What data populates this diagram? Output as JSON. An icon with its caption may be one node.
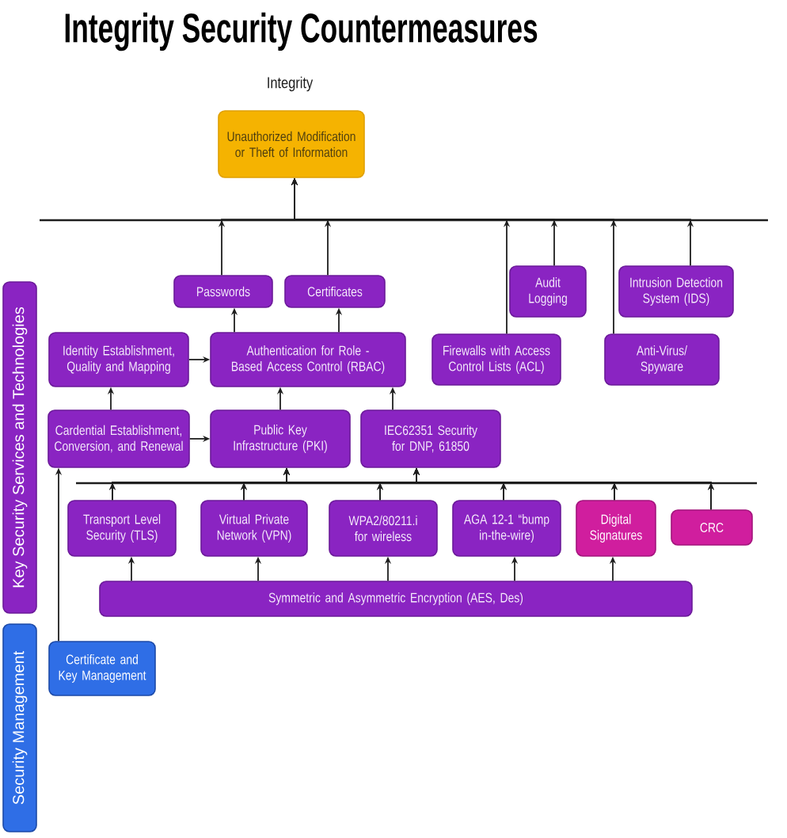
{
  "diagram": {
    "title": "Integrity Security Countermeasures",
    "nodes": [
      {
        "text": [
          "Integrity",
          "Unauthorized Modification or Theft of Information"
        ]
      },
      {
        "text": [
          "Passwords"
        ]
      },
      {
        "text": [
          "Certificates"
        ]
      },
      {
        "text": [
          "Audit Logging"
        ]
      },
      {
        "text": [
          "Intrusion Detection System (IDS)"
        ]
      },
      {
        "text": [
          "Key Security Services and Technologies"
        ]
      },
      {
        "text": [
          "Identity Establishment, Quality and Mapping"
        ]
      },
      {
        "text": [
          "Authentication for Role - Based Access Control (RBAC)"
        ]
      },
      {
        "text": [
          "Firewalls with Access Control Lists (ACL)"
        ]
      },
      {
        "text": [
          "Anti-Virus/ Spyware"
        ]
      },
      {
        "text": [
          "Cardential Establishment, Conversion, and Renewal"
        ]
      },
      {
        "text": [
          "Public Key Infrastructure (PKI)"
        ]
      },
      {
        "text": [
          "IEC62351 Security for DNP, 61850"
        ]
      },
      {
        "text": [
          "Transport Level Security (TLS)"
        ]
      },
      {
        "text": [
          "Virtual Private Network (VPN)"
        ]
      },
      {
        "text": [
          "WPA2/80211.i for wireless"
        ]
      },
      {
        "text": [
          "AGA 12-1 “bump in-the-wire)"
        ]
      },
      {
        "text": [
          "Digital Signatures"
        ]
      },
      {
        "text": [
          "CRC"
        ]
      },
      {
        "text": [
          "Symmetric and Asymmetric Encryption (AES, Des)"
        ]
      },
      {
        "text": [
          "Security Management"
        ]
      },
      {
        "text": [
          "Certificate and Key Management"
        ]
      }
    ],
    "edges": [
      {
        "from": 1,
        "to": 0,
        "arrow": "to"
      },
      {
        "from": 2,
        "to": 0,
        "arrow": "to"
      },
      {
        "from": 8,
        "to": 0,
        "arrow": "to"
      },
      {
        "from": 3,
        "to": 0,
        "arrow": "to"
      },
      {
        "from": 9,
        "to": 0,
        "arrow": "to"
      },
      {
        "from": 4,
        "to": 0,
        "arrow": "to"
      },
      {
        "from": 7,
        "to": 1,
        "arrow": "to"
      },
      {
        "from": 7,
        "to": 2,
        "arrow": "to"
      },
      {
        "from": 6,
        "to": 7,
        "arrow": "to"
      },
      {
        "from": 10,
        "to": 6,
        "arrow": "to"
      },
      {
        "from": 10,
        "to": 11,
        "arrow": "to"
      },
      {
        "from": 11,
        "to": 7,
        "arrow": "to"
      },
      {
        "from": 12,
        "to": 7,
        "arrow": "to"
      },
      {
        "from": 13,
        "to": 11,
        "arrow": "to"
      },
      {
        "from": 13,
        "to": 12,
        "arrow": "to"
      },
      {
        "from": 14,
        "to": 11,
        "arrow": "to"
      },
      {
        "from": 14,
        "to": 12,
        "arrow": "to"
      },
      {
        "from": 15,
        "to": 11,
        "arrow": "to"
      },
      {
        "from": 15,
        "to": 12,
        "arrow": "to"
      },
      {
        "from": 16,
        "to": 11,
        "arrow": "to"
      },
      {
        "from": 16,
        "to": 12,
        "arrow": "to"
      },
      {
        "from": 17,
        "to": 11,
        "arrow": "to"
      },
      {
        "from": 17,
        "to": 12,
        "arrow": "to"
      },
      {
        "from": 18,
        "to": 11,
        "arrow": "to"
      },
      {
        "from": 18,
        "to": 12,
        "arrow": "to"
      },
      {
        "from": 19,
        "to": 13,
        "arrow": "to"
      },
      {
        "from": 19,
        "to": 14,
        "arrow": "to"
      },
      {
        "from": 19,
        "to": 15,
        "arrow": "to"
      },
      {
        "from": 19,
        "to": 16,
        "arrow": "to"
      },
      {
        "from": 19,
        "to": 17,
        "arrow": "to"
      },
      {
        "from": 21,
        "to": 10,
        "arrow": "to"
      }
    ]
  }
}
